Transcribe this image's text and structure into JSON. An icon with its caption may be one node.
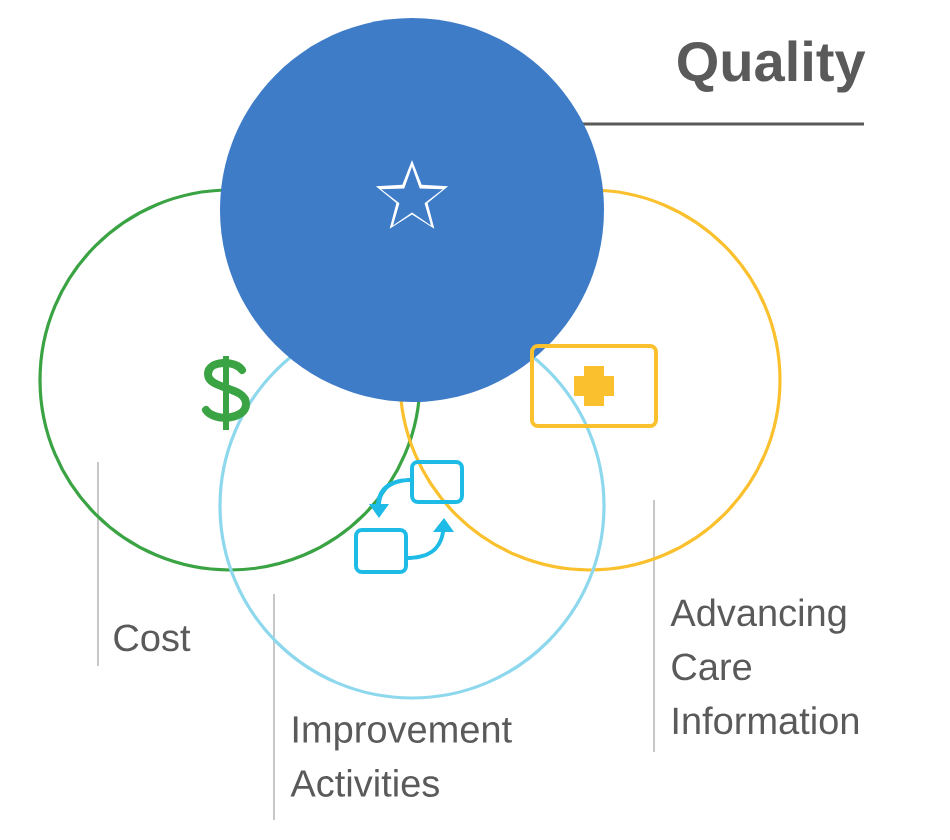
{
  "diagram": {
    "nodes": [
      {
        "text": [
          "Cost"
        ]
      },
      {
        "text": [
          "Advancing Care Information"
        ]
      },
      {
        "text": [
          "Improvement Activities"
        ]
      },
      {
        "text": [
          "Quality"
        ]
      }
    ]
  }
}
